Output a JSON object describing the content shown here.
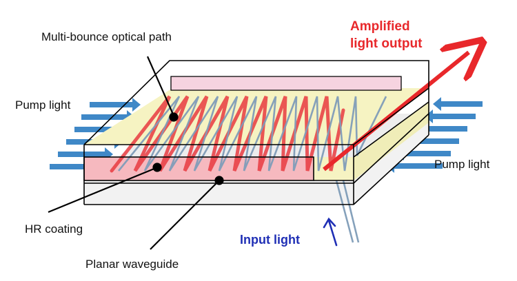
{
  "labels": {
    "multi_bounce": "Multi-bounce optical path",
    "amplified_line1": "Amplified",
    "amplified_line2": "light output",
    "pump_left": "Pump light",
    "pump_right": "Pump light",
    "hr_coating": "HR coating",
    "input_light": "Input light",
    "planar_waveguide": "Planar waveguide"
  },
  "colors": {
    "red_beam": "#e83a3f",
    "blue_beam": "#7f9cb8",
    "pump_arrow": "#2b7cc2",
    "waveguide_pink": "#f2a7ae",
    "top_strip": "#f6d3e0",
    "yellow_layer": "#f6f3c2",
    "outline": "#000000"
  }
}
